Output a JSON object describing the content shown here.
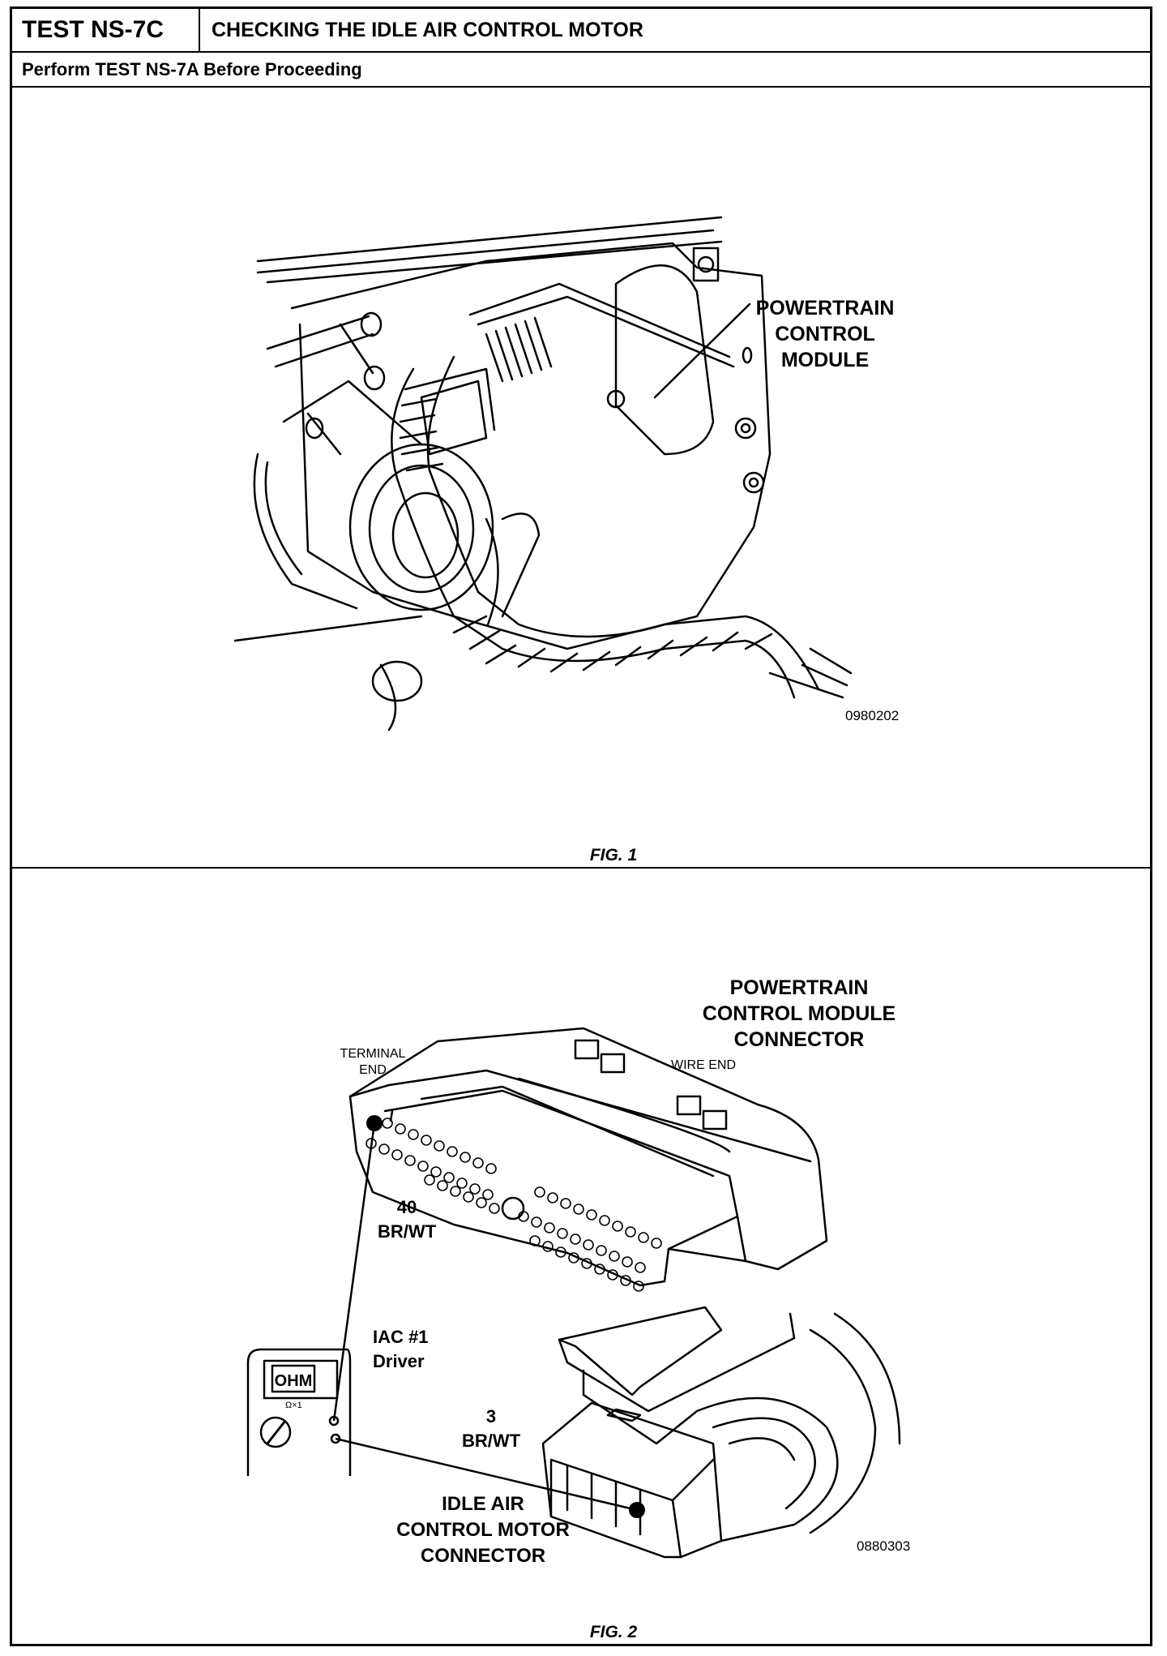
{
  "header": {
    "test_id": "TEST NS-7C",
    "title": "CHECKING THE IDLE AIR CONTROL MOTOR",
    "prerequisite": "Perform TEST NS-7A Before Proceeding"
  },
  "figure1": {
    "caption": "FIG. 1",
    "callout": [
      "POWERTRAIN",
      "CONTROL",
      "MODULE"
    ],
    "part_number": "0980202"
  },
  "figure2": {
    "caption": "FIG. 2",
    "pcm_connector_label": [
      "POWERTRAIN",
      "CONTROL MODULE",
      "CONNECTOR"
    ],
    "terminal_end_label": [
      "TERMINAL",
      "END"
    ],
    "wire_end_label": "WIRE  END",
    "pin40": [
      "40",
      "BR/WT"
    ],
    "circuit": [
      "IAC #1",
      "Driver"
    ],
    "pin3": [
      "3",
      "BR/WT"
    ],
    "iac_connector_label": [
      "IDLE AIR",
      "CONTROL MOTOR",
      "CONNECTOR"
    ],
    "meter_display": "OHM",
    "meter_range": "Ω×1",
    "part_number": "0880303"
  }
}
